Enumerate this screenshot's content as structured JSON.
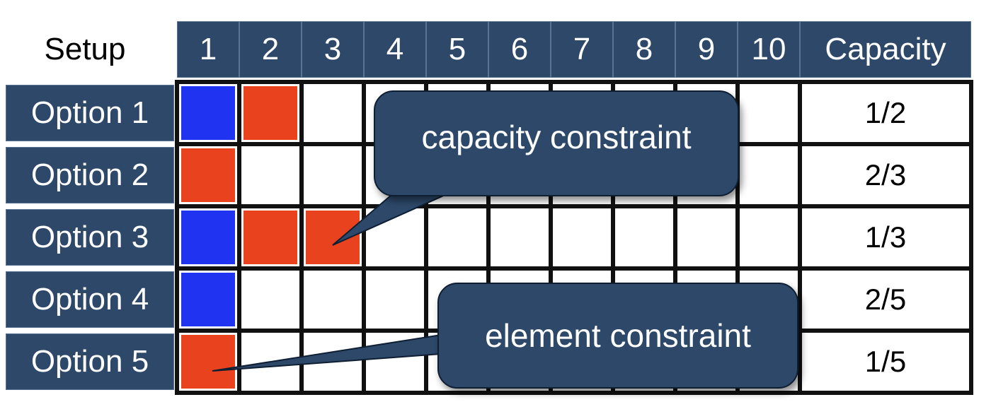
{
  "header": {
    "setup_label": "Setup",
    "columns": [
      "1",
      "2",
      "3",
      "4",
      "5",
      "6",
      "7",
      "8",
      "9",
      "10"
    ],
    "capacity_label": "Capacity"
  },
  "rows": [
    {
      "label": "Option 1",
      "capacity": "1/2",
      "cells": [
        "blue",
        "red",
        "",
        "",
        "",
        "",
        "",
        "",
        "",
        ""
      ]
    },
    {
      "label": "Option 2",
      "capacity": "2/3",
      "cells": [
        "red",
        "",
        "",
        "",
        "",
        "",
        "",
        "",
        "",
        ""
      ]
    },
    {
      "label": "Option 3",
      "capacity": "1/3",
      "cells": [
        "blue",
        "red",
        "red",
        "",
        "",
        "",
        "",
        "",
        "",
        ""
      ]
    },
    {
      "label": "Option 4",
      "capacity": "2/5",
      "cells": [
        "blue",
        "",
        "",
        "",
        "",
        "",
        "",
        "",
        "",
        ""
      ]
    },
    {
      "label": "Option 5",
      "capacity": "1/5",
      "cells": [
        "red",
        "",
        "",
        "",
        "",
        "",
        "",
        "",
        "",
        ""
      ]
    }
  ],
  "callouts": {
    "capacity": "capacity constraint",
    "element": "element constraint"
  },
  "colors": {
    "blue": "#1f33f0",
    "red": "#e8421f",
    "header_bg": "#2d4869"
  }
}
